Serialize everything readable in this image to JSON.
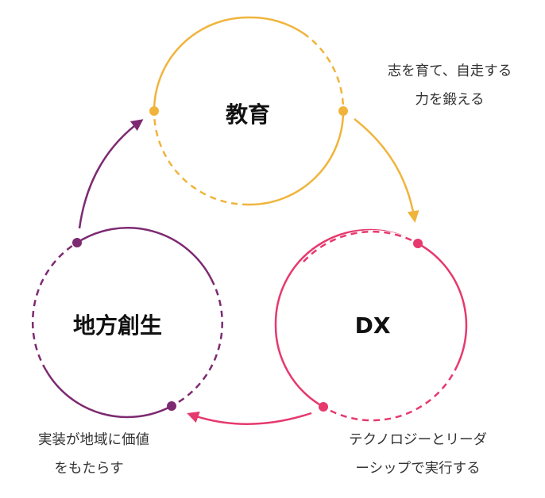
{
  "nodes": {
    "education": {
      "label": "教育",
      "color": "#f0b43c",
      "caption": [
        "志を育て、自走する",
        "力を鍛える"
      ]
    },
    "dx": {
      "label": "DX",
      "color": "#e6396e",
      "caption": [
        "テクノロジーとリーダ",
        "ーシップで実行する"
      ]
    },
    "regional": {
      "label": "地方創生",
      "color": "#7d2a72",
      "caption": [
        "実装が地域に価値",
        "をもたらす"
      ]
    }
  },
  "cycle_order": [
    "education",
    "dx",
    "regional"
  ]
}
